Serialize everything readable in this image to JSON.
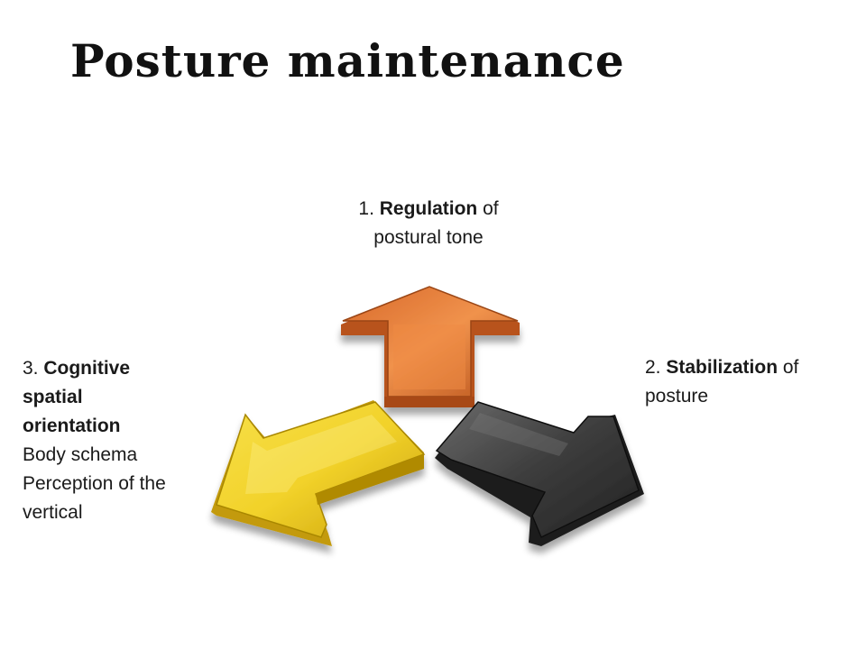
{
  "title": "Posture maintenance",
  "items": [
    {
      "number": "1.",
      "bold": "Regulation",
      "rest": " of",
      "line2": "postural tone",
      "color": "#e07a35"
    },
    {
      "number": "2.",
      "bold": "Stabilization",
      "rest": " of",
      "line2": "posture",
      "color": "#3a3a3a"
    },
    {
      "number": "3.",
      "bold_line1": "Cognitive",
      "bold_line2": "spatial",
      "bold_line3": "orientation",
      "extra": [
        "Body schema",
        "Perception of the",
        "vertical"
      ],
      "color": "#e8c21c"
    }
  ],
  "icons": {
    "arrow_up": "arrow-up-icon",
    "arrow_right": "arrow-down-right-icon",
    "arrow_left": "arrow-left-icon"
  }
}
